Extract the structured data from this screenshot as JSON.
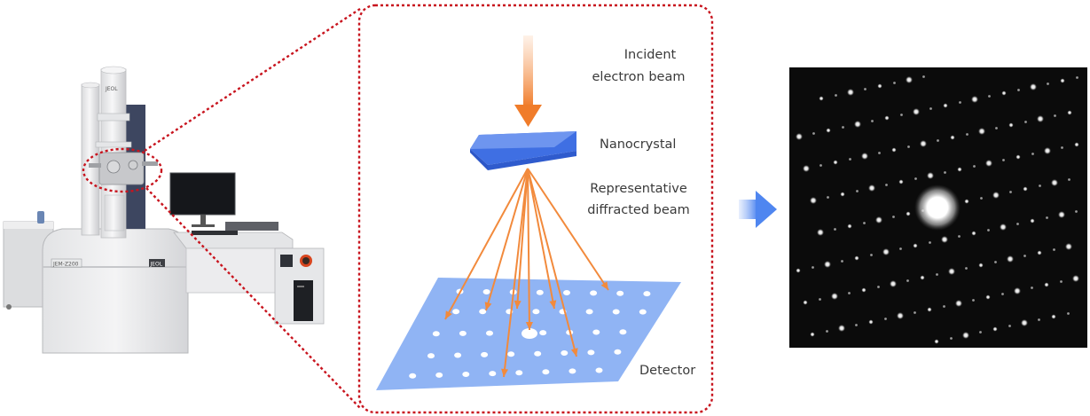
{
  "labels": {
    "incident_line1": "Incident",
    "incident_line2": "electron beam",
    "nanocrystal": "Nanocrystal",
    "representative_line1": "Representative",
    "representative_line2": "diffracted beam",
    "detector": "Detector"
  },
  "microscope": {
    "model_badge": "JEM-Z200",
    "brand_badge": "JEOL",
    "column_text": "JEOL"
  },
  "colors": {
    "zoom_outline": "#c8141e",
    "beam": "#f28a3c",
    "crystal": "#4472e8",
    "detector": "#8fb3f3",
    "arrow": "#5e8ef0",
    "pattern_bg": "#0b0b0b"
  }
}
